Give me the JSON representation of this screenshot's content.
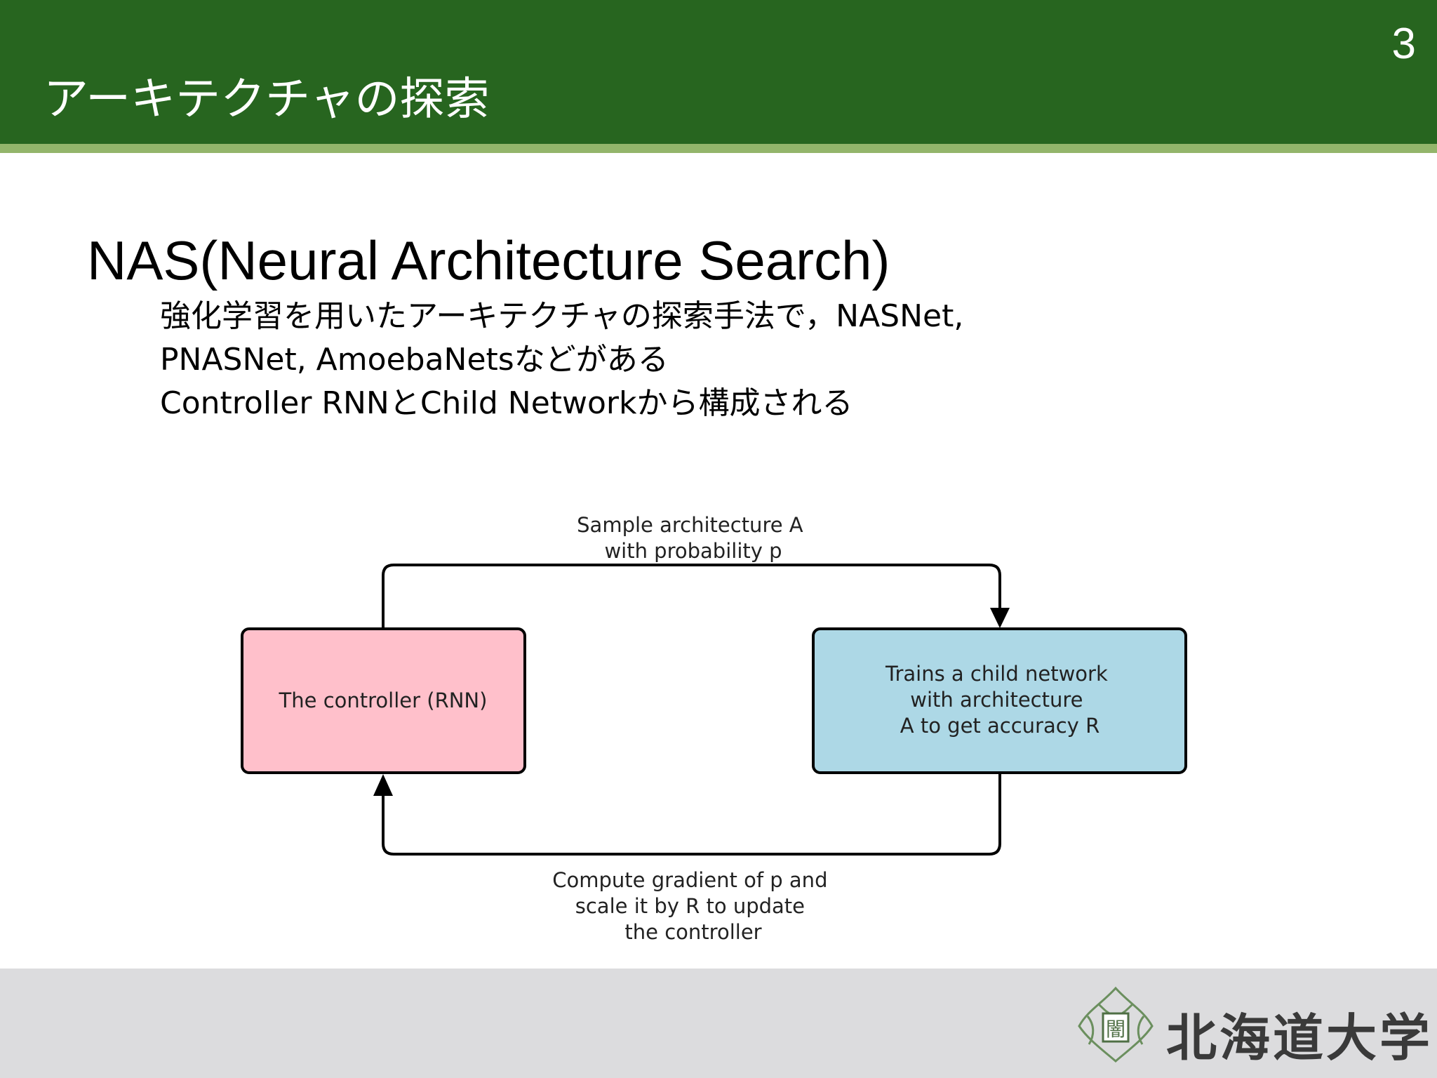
{
  "header": {
    "title": "アーキテクチャの探索",
    "slide_number": "3"
  },
  "main": {
    "heading": "NAS(Neural Architecture Search)",
    "bullets": [
      "強化学習を用いたアーキテクチャの探索手法で，NASNet,",
      "PNASNet, AmoebaNetsなどがある",
      "Controller RNNとChild Networkから構成される"
    ]
  },
  "diagram": {
    "controller_label": "The controller (RNN)",
    "child_label": [
      "Trains a child network",
      "with architecture",
      "A to get accuracy R"
    ],
    "top_arrow_label": [
      "Sample architecture A",
      "with probability p"
    ],
    "bottom_arrow_label": [
      "Compute gradient of p and",
      "scale it by R to update",
      "the controller"
    ],
    "colors": {
      "controller_fill": "#ffc0cb",
      "child_fill": "#add8e6"
    }
  },
  "footer": {
    "university": "北海道大学",
    "logo_glyph": "闇"
  }
}
